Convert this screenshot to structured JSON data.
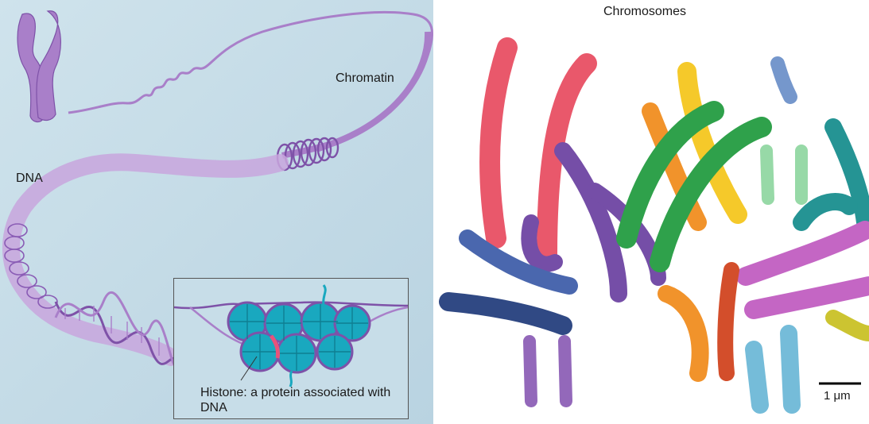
{
  "left_panel": {
    "labels": {
      "chromatin": "Chromatin",
      "dna": "DNA",
      "histone": "Histone: a protein associated with DNA"
    },
    "colors": {
      "background": "#c8dde8",
      "strand": "#a97fc9",
      "strand_dark": "#7e52a8",
      "histone": "#19a8bf",
      "linker_highlight": "#e8527a"
    }
  },
  "right_panel": {
    "title": "Chromosomes",
    "scale_bar_label": "1 μm",
    "colors": {
      "red": "#e84a5f",
      "purple": "#6a3fa0",
      "blue": "#3b5ba8",
      "navy": "#1f3a7a",
      "green": "#1e9a3c",
      "orange": "#f08a1a",
      "yellow": "#f5c518",
      "teal": "#138c8c",
      "magenta": "#c05ac0",
      "rust": "#d0401a",
      "light_blue": "#6ab7d6",
      "light_green": "#8fd6a0",
      "olive": "#c8c020"
    }
  }
}
